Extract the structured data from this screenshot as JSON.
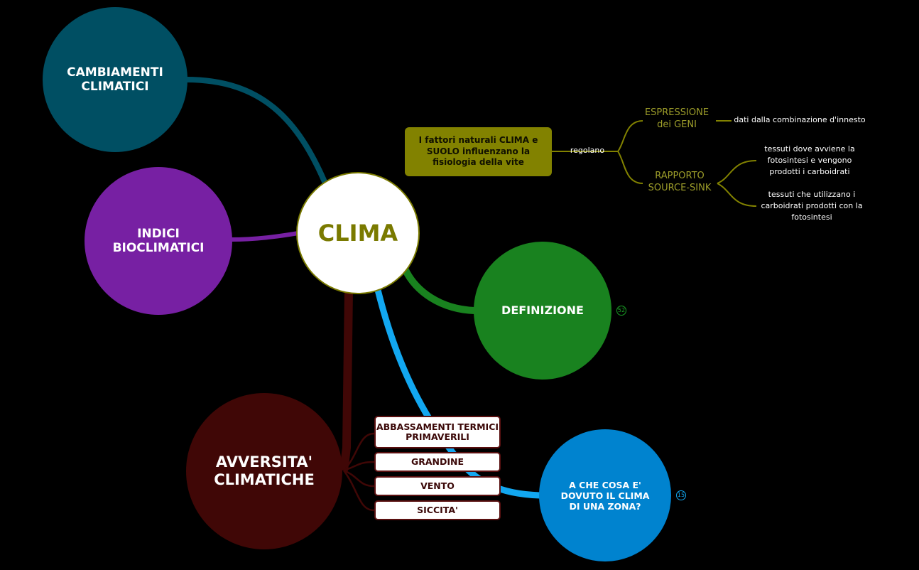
{
  "colors": {
    "background": "#000000",
    "center_fill": "#ffffff",
    "center_border": "#7a7a00",
    "center_text": "#7a7a00",
    "cambiamenti": "#004f63",
    "indici": "#7720a3",
    "definizione": "#19821f",
    "avversita": "#400706",
    "a_che_cosa": "#0083cf",
    "olive": "#828200",
    "olive_text": "#9e9e2a",
    "blue_line": "#12a7f0",
    "white_text": "#ffffff"
  },
  "center": {
    "label": "CLIMA"
  },
  "nodes": {
    "cambiamenti": {
      "label": "CAMBIAMENTI\nCLIMATICI"
    },
    "indici": {
      "label": "INDICI\nBIOCLIMATICI"
    },
    "definizione": {
      "label": "DEFINIZIONE",
      "badge": "52"
    },
    "avversita": {
      "label": "AVVERSITA'\nCLIMATICHE"
    },
    "a_che_cosa": {
      "label": "A CHE COSA E'\nDOVUTO IL CLIMA\nDI UNA ZONA?",
      "badge": "15"
    }
  },
  "fattori": {
    "text": "I fattori naturali CLIMA e\nSUOLO influenzano la\nfisiologia della vite",
    "connector": "regolano",
    "espressione": "ESPRESSIONE\ndei GENI",
    "espressione_note": "dati dalla combinazione d'innesto",
    "rapporto": "RAPPORTO\nSOURCE-SINK",
    "rapporto_notes": [
      "tessuti dove avviene la\nfotosintesi e vengono\nprodotti i carboidrati",
      "tessuti che utilizzano i\ncarboidrati prodotti con la\nfotosintesi"
    ]
  },
  "avversita_items": [
    "ABBASSAMENTI TERMICI\nPRIMAVERILI",
    "GRANDINE",
    "VENTO",
    "SICCITA'"
  ]
}
